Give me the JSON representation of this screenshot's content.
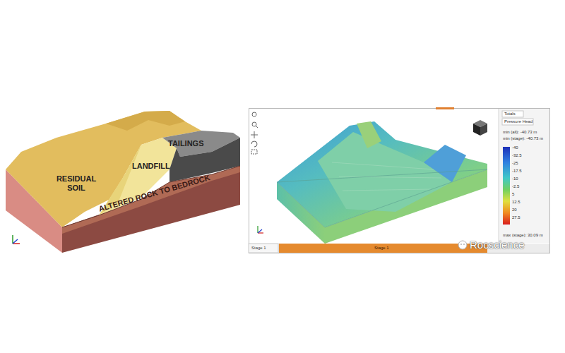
{
  "diagram": {
    "labels": [
      "TAILINGS",
      "RESIDUAL SOIL",
      "LANDFILL",
      "ALTERED ROCK TO BEDROCK",
      "Totals",
      "Pressure Head",
      "min (all): -40.73 m",
      "min (stage): -40.73 m",
      "-40",
      "-32.5",
      "-25",
      "-17.5",
      "-10",
      "-2.5",
      "5",
      "12.5",
      "20",
      "27.5",
      "max (stage): 30.09 m",
      "Stage 1",
      "Stage 1",
      "Rocscience"
    ]
  }
}
